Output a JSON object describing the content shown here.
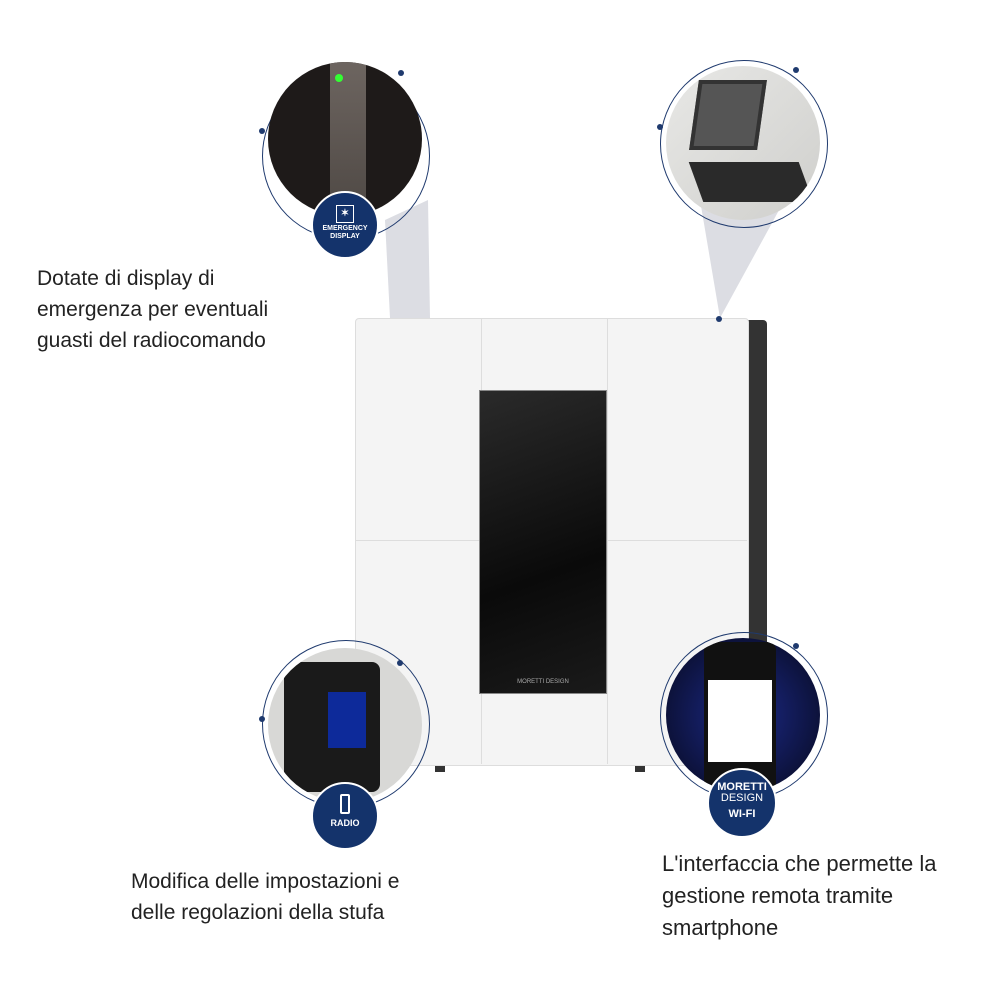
{
  "captions": {
    "emergency": [
      "Dotate di display di",
      "emergenza per eventuali",
      "guasti del radiocomando"
    ],
    "radio": [
      "Modifica delle impostazioni e",
      "delle regolazioni della stufa"
    ],
    "wifi": [
      "L'interfaccia che permette la",
      "gestione remota tramite",
      "smartphone"
    ]
  },
  "badges": {
    "emergency": [
      "EMERGENCY",
      "DISPLAY"
    ],
    "radio": "RADIO",
    "wifi": [
      "MORETTI",
      "DESIGN",
      "WI-FI"
    ]
  },
  "brand": "MORETTI DESIGN",
  "colors": {
    "navy": "#14336b",
    "stove_white": "#f4f4f4",
    "glass": "#111111"
  }
}
